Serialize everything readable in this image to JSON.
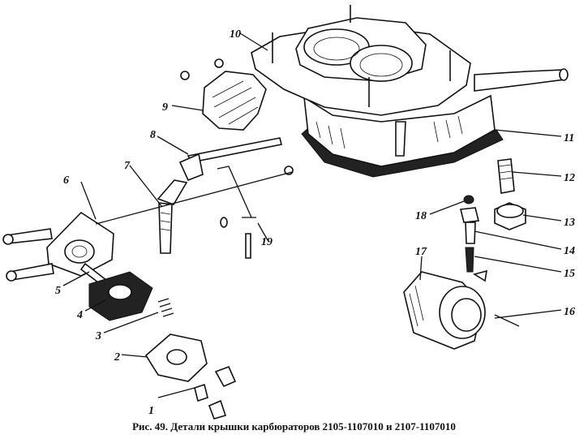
{
  "caption": "Рис. 49. Детали крышки карбюраторов 2105-1107010 и 2107-1107010",
  "labels": [
    {
      "id": "1",
      "text": "1"
    },
    {
      "id": "2",
      "text": "2"
    },
    {
      "id": "3",
      "text": "3"
    },
    {
      "id": "4",
      "text": "4"
    },
    {
      "id": "5",
      "text": "5"
    },
    {
      "id": "6",
      "text": "6"
    },
    {
      "id": "7",
      "text": "7"
    },
    {
      "id": "8",
      "text": "8"
    },
    {
      "id": "9",
      "text": "9"
    },
    {
      "id": "10",
      "text": "10"
    },
    {
      "id": "11",
      "text": "11"
    },
    {
      "id": "12",
      "text": "12"
    },
    {
      "id": "13",
      "text": "13"
    },
    {
      "id": "14",
      "text": "14"
    },
    {
      "id": "15",
      "text": "15"
    },
    {
      "id": "16",
      "text": "16"
    },
    {
      "id": "17",
      "text": "17"
    },
    {
      "id": "18",
      "text": "18"
    },
    {
      "id": "19",
      "text": "19"
    }
  ]
}
